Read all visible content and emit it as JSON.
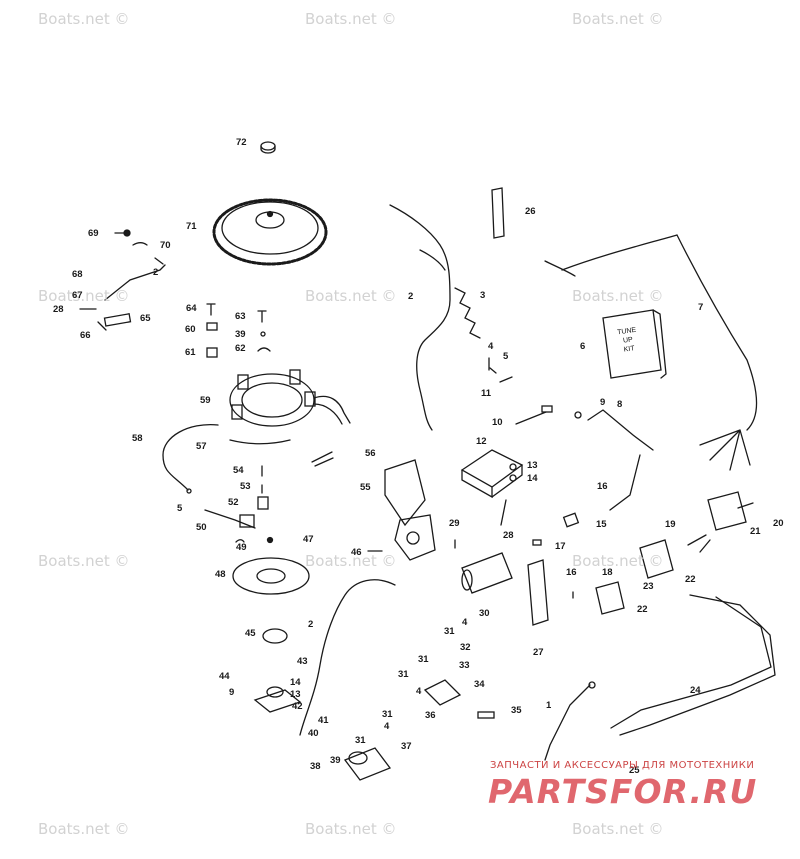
{
  "watermark_text": "Boats.net ©",
  "banner": {
    "text": "ЗАПЧАСТИ И АКСЕССУАРЫ ДЛЯ МОТОТЕХНИКИ",
    "logo": "PARTSFOR.RU"
  },
  "kit_label": [
    "TUNE",
    "UP",
    "KIT"
  ],
  "callouts": [
    "72",
    "71",
    "69",
    "70",
    "2",
    "68",
    "67",
    "28",
    "65",
    "66",
    "64",
    "63",
    "60",
    "39",
    "61",
    "62",
    "26",
    "2",
    "3",
    "4",
    "5",
    "11",
    "6",
    "7",
    "59",
    "58",
    "57",
    "56",
    "54",
    "53",
    "55",
    "52",
    "5",
    "50",
    "49",
    "47",
    "46",
    "48",
    "45",
    "43",
    "44",
    "9",
    "14",
    "13",
    "42",
    "41",
    "40",
    "31",
    "31",
    "4",
    "38",
    "39",
    "37",
    "10",
    "9",
    "8",
    "12",
    "13",
    "14",
    "16",
    "29",
    "28",
    "17",
    "15",
    "16",
    "19",
    "21",
    "20",
    "18",
    "23",
    "22",
    "22",
    "30",
    "4",
    "31",
    "32",
    "33",
    "31",
    "31",
    "4",
    "34",
    "36",
    "35",
    "27",
    "1",
    "24",
    "25",
    "2"
  ],
  "colors": {
    "ink": "#1a1a1a",
    "watermark": "#d2d2d2",
    "logo": "#e0676e"
  }
}
